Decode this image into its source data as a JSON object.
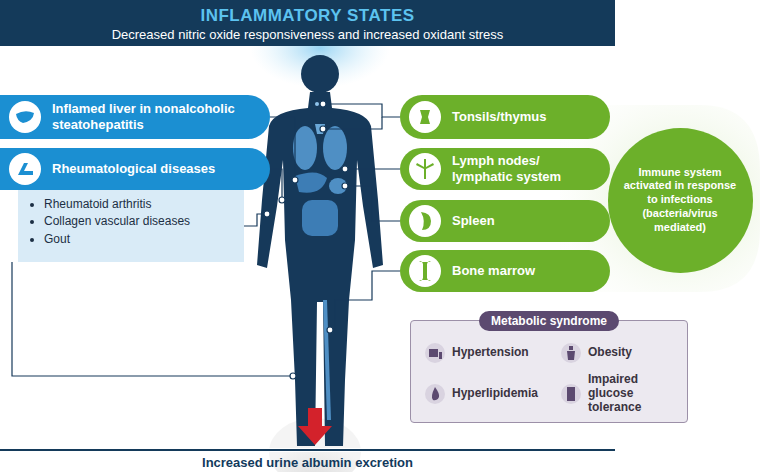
{
  "diagram": {
    "title": "INFLAMMATORY STATES",
    "caption": "Increased urine albumin excretion",
    "nodes": [
      {
        "text": [
          "Inflamed liver in nonalcoholic steatohepatitis"
        ]
      },
      {
        "text": [
          "Rheumatological diseases"
        ]
      },
      {
        "text": [
          "Rheumatoid arthritis",
          "Collagen vascular diseases",
          "Gout"
        ]
      },
      {
        "text": [
          "Tonsils/thymus"
        ]
      },
      {
        "text": [
          "Lymph nodes/ lymphatic system"
        ]
      },
      {
        "text": [
          "Spleen"
        ]
      },
      {
        "text": [
          "Bone marrow"
        ]
      },
      {
        "text": [
          "Immune system activated in response to infections (bacteria/virus mediated)"
        ]
      },
      {
        "text": [
          "Metabolic syndrome",
          "Hypertension",
          "Obesity",
          "Hyperlipidemia",
          "Impaired glucose tolerance"
        ]
      }
    ],
    "labels": [
      "Decreased nitric oxide responsiveness and increased oxidant stress"
    ]
  }
}
